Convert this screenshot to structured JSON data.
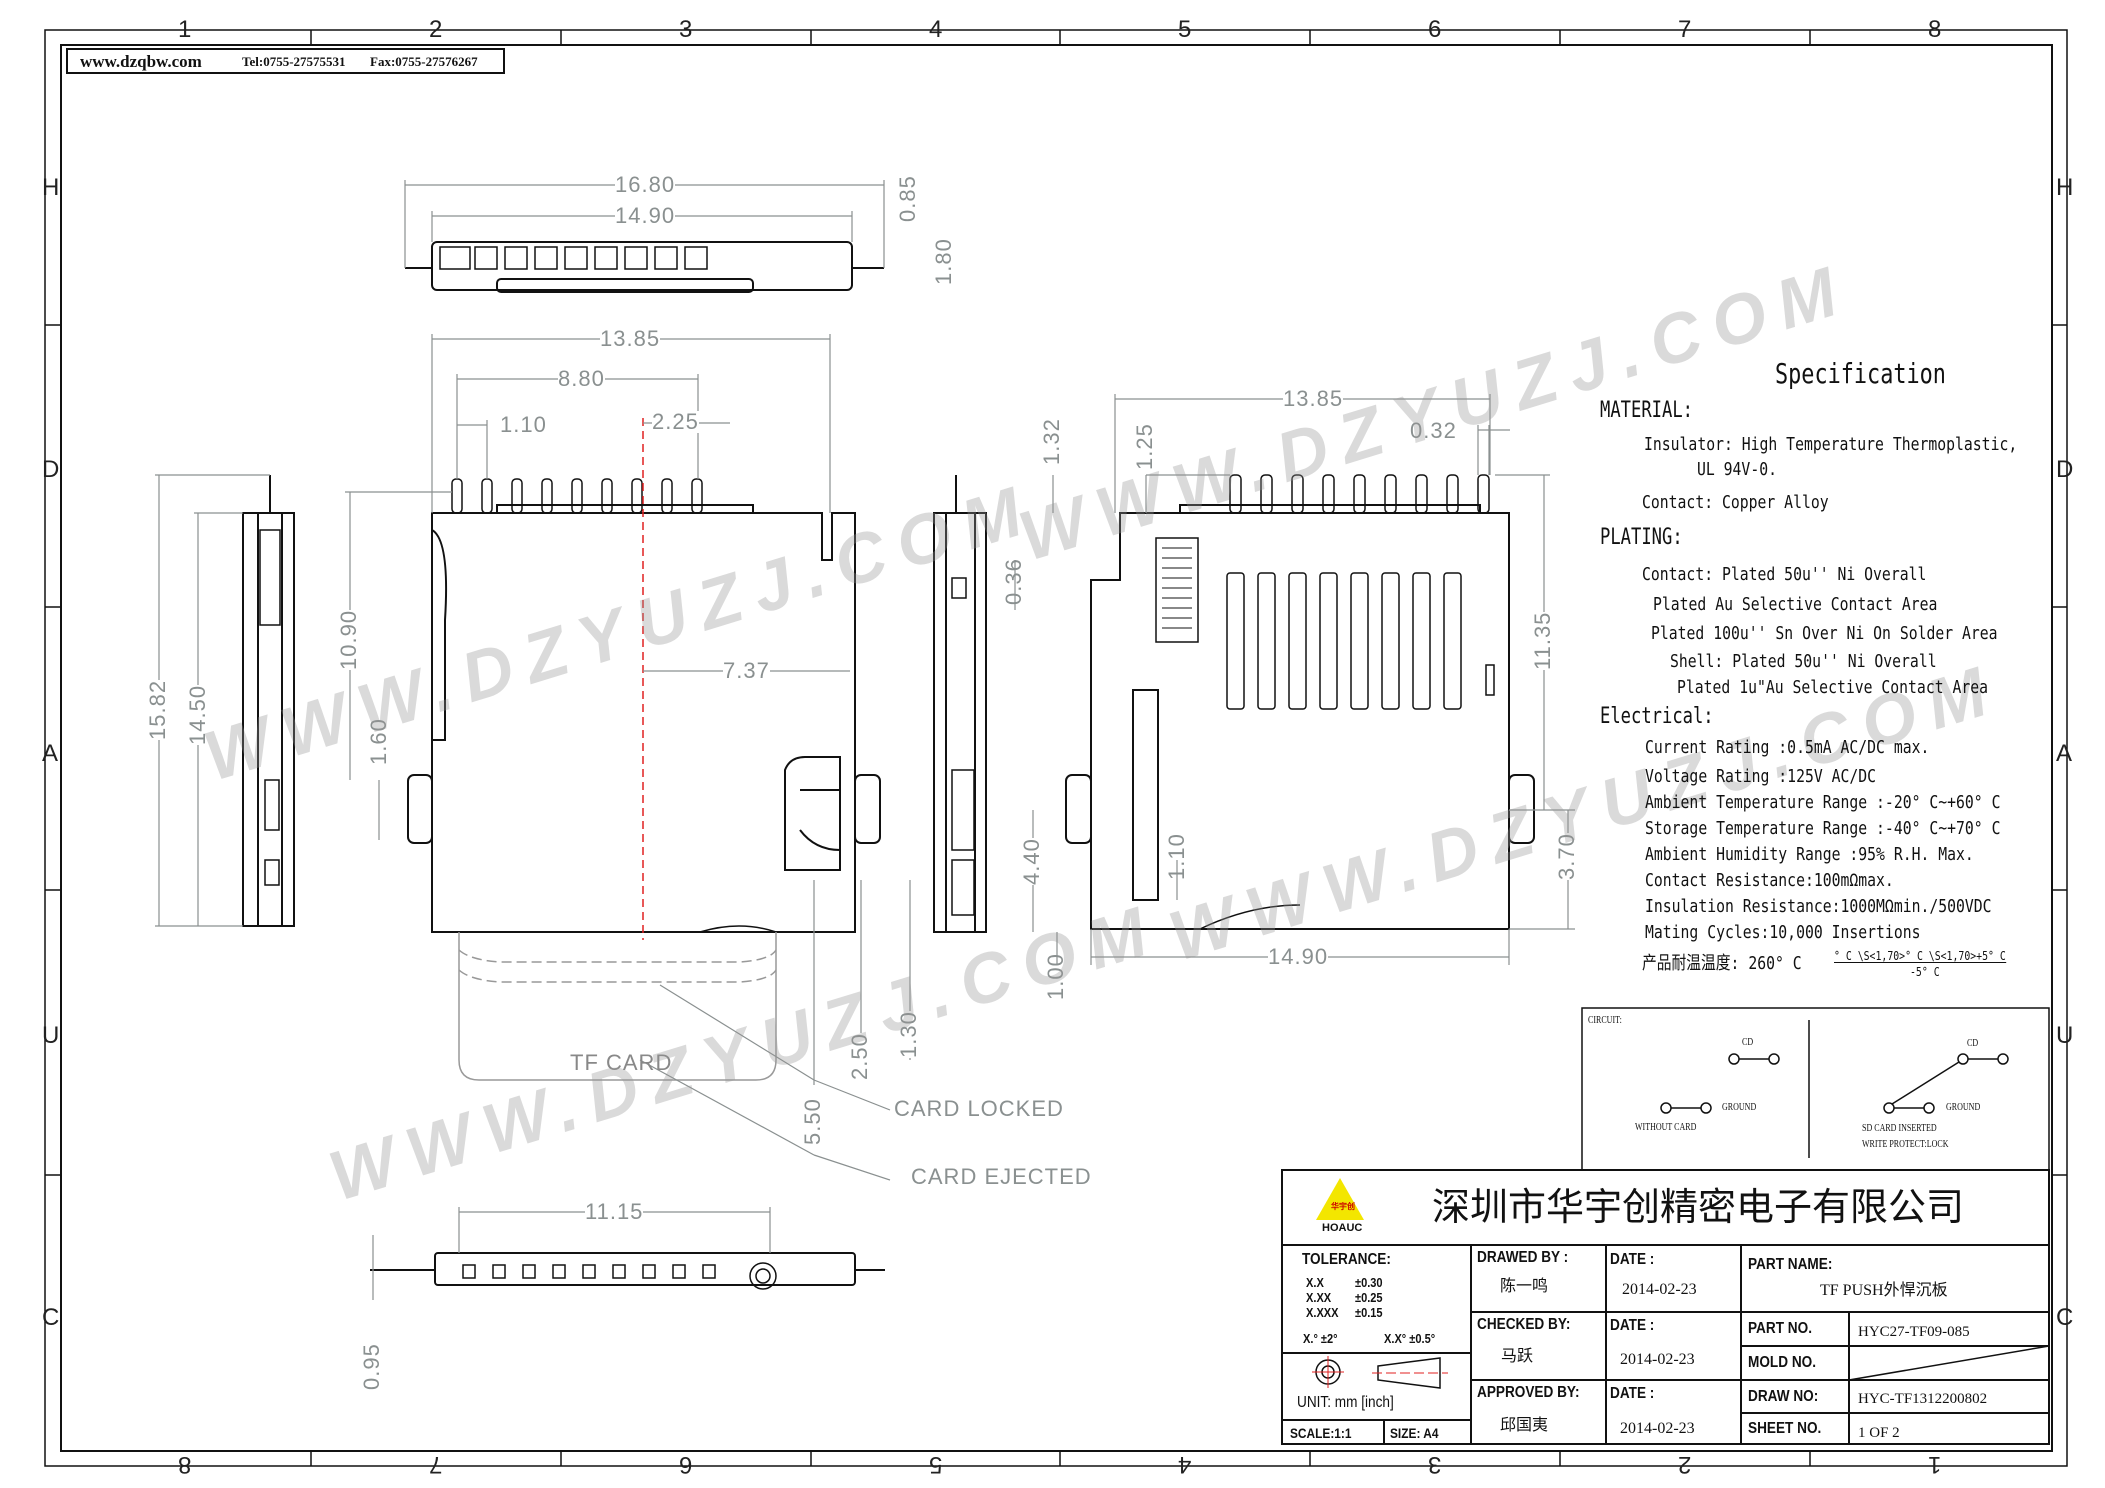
{
  "header": {
    "website": "www.dzqbw.com",
    "tel": "Tel:0755-27575531",
    "fax": "Fax:0755-27576267"
  },
  "ruler": {
    "columns": [
      "1",
      "2",
      "3",
      "4",
      "5",
      "6",
      "7",
      "8"
    ],
    "rows": [
      "H",
      "D",
      "A",
      "U",
      "C"
    ]
  },
  "watermark": "WWW.DZYUZJ.COM",
  "dimensions": {
    "top_view": {
      "overall": "16.80",
      "body": "14.90",
      "lead_height": "0.85",
      "height": "1.80"
    },
    "front_view": {
      "width": "13.85",
      "pin_span": "8.80",
      "pin_pitch": "1.10",
      "offset": "2.25",
      "center": "7.37",
      "height_a": "10.90",
      "height_b": "1.60",
      "total_a": "15.82",
      "total_b": "14.50",
      "card_locked": "2.50",
      "card_locked2": "1.30",
      "card_ejected": "5.50"
    },
    "side_view": {
      "a": "1.32",
      "b": "0.36",
      "c": "4.40",
      "d": "1.00"
    },
    "back_view": {
      "width": "13.85",
      "pin_h": "1.25",
      "pin_w": "0.32",
      "height": "11.35",
      "lower": "3.70",
      "slot": "1.10",
      "bottom": "14.90"
    },
    "bottom_view": {
      "width": "11.15",
      "thickness": "0.95"
    }
  },
  "labels": {
    "tf_card": "TF CARD",
    "card_locked": "CARD LOCKED",
    "card_ejected": "CARD EJECTED"
  },
  "spec": {
    "title": "Specification",
    "material_h": "MATERIAL:",
    "material": [
      "Insulator: High Temperature Thermoplastic,",
      "UL 94V-0.",
      "Contact: Copper Alloy"
    ],
    "plating_h": "PLATING:",
    "plating": [
      "Contact: Plated 50u'' Ni Overall",
      "Plated Au Selective Contact Area",
      "Plated 100u'' Sn Over Ni On Solder Area",
      "Shell: Plated 50u'' Ni Overall",
      "Plated 1u\"Au Selective Contact Area"
    ],
    "electrical_h": "Electrical:",
    "electrical": [
      "Current Rating :0.5mA AC/DC max.",
      "Voltage Rating :125V AC/DC",
      "Ambient Temperature Range :-20° C~+60° C",
      "Storage Temperature Range :-40° C~+70° C",
      "Ambient Humidity Range :95% R.H. Max.",
      "Contact Resistance:100mΩmax.",
      "Insulation Resistance:1000MΩmin./500VDC",
      "Mating Cycles:10,000 Insertions"
    ],
    "temp_label": "产品耐温温度: 260° C",
    "temp_frac_top": "° C \\S<1,70>° C \\S<1,70>+5° C",
    "temp_frac_bottom": "-5° C"
  },
  "circuit": {
    "title": "CIRCUIT:",
    "cd": "CD",
    "ground": "GROUND",
    "without_card": "WITHOUT  CARD",
    "inserted": "SD CARD INSERTED",
    "write_protect": "WRITE PROTECT:LOCK"
  },
  "title_block": {
    "logo_text": "HOAUC",
    "logo_cn": "华宇创",
    "company": "深圳市华宇创精密电子有限公司",
    "tolerance_h": "TOLERANCE:",
    "tolerances": [
      {
        "k": "X.X",
        "v": "±0.30"
      },
      {
        "k": "X.XX",
        "v": "±0.25"
      },
      {
        "k": "X.XXX",
        "v": "±0.15"
      }
    ],
    "angle1": "X.° ±2°",
    "angle2": "X.X° ±0.5°",
    "unit": "UNIT:  mm  [inch]",
    "scale": "SCALE:1:1",
    "size": "SIZE:  A4",
    "drawed_by_h": "DRAWED BY :",
    "drawed_by": "陈一鸣",
    "checked_by_h": "CHECKED BY:",
    "checked_by": "马跃",
    "approved_by_h": "APPROVED BY:",
    "approved_by": "邱国夷",
    "date_h": "DATE :",
    "date1": "2014-02-23",
    "date2": "2014-02-23",
    "date3": "2014-02-23",
    "part_name_h": "PART NAME:",
    "part_name": "TF PUSH外悍沉板",
    "part_no_h": "PART NO.",
    "part_no": "HYC27-TF09-085",
    "mold_no_h": "MOLD NO.",
    "draw_no_h": "DRAW NO:",
    "draw_no": "HYC-TF1312200802",
    "sheet_no_h": "SHEET NO.",
    "sheet_no": "1 OF 2"
  },
  "colors": {
    "line": "#111111",
    "dim": "#8a9090",
    "center": "#e02020",
    "logo": "#f3e600"
  }
}
